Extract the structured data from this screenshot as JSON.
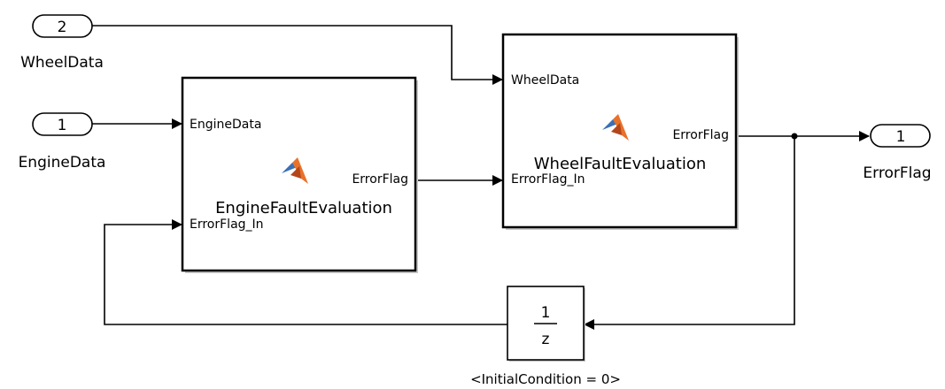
{
  "inports": [
    {
      "number": "2",
      "name": "WheelData"
    },
    {
      "number": "1",
      "name": "EngineData"
    }
  ],
  "outport": {
    "number": "1",
    "name": "ErrorFlag"
  },
  "blocks": {
    "engine": {
      "name": "EngineFaultEvaluation",
      "inputs": [
        "EngineData",
        "ErrorFlag_In"
      ],
      "output": "ErrorFlag",
      "icon": "matlab-logo-icon"
    },
    "wheel": {
      "name": "WheelFaultEvaluation",
      "inputs": [
        "WheelData",
        "ErrorFlag_In"
      ],
      "output": "ErrorFlag",
      "icon": "matlab-logo-icon"
    },
    "delay": {
      "numerator": "1",
      "denominator": "z",
      "annotation": "<InitialCondition = 0>"
    }
  },
  "colors": {
    "line": "#000000",
    "block_shadow": "#c8c8c8",
    "logo_orange": "#e8722a",
    "logo_blue": "#3b6fb6"
  }
}
